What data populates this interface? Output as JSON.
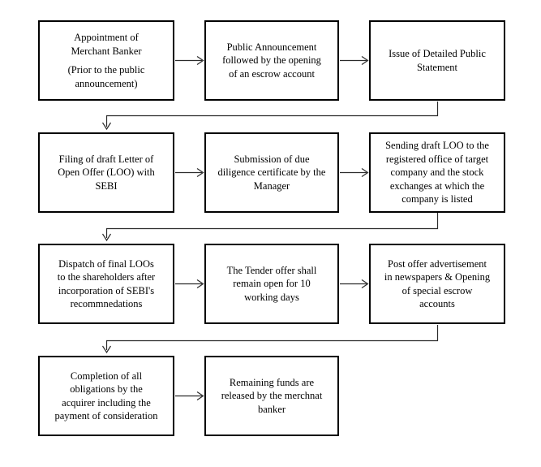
{
  "diagram": {
    "title": "Open offer process flowchart",
    "background_color": "#ffffff",
    "box_border_color": "#000000",
    "arrow_color": "#2b2b2b",
    "steps": [
      {
        "id": "appointment-merchant-banker",
        "text": "Appointment of Merchant Banker (Prior to the public announcement)",
        "lines": [
          "Appointment of",
          "Merchant Banker"
        ],
        "sublines": [
          "(Prior to the public",
          "announcement)"
        ]
      },
      {
        "id": "public-announcement",
        "text": "Public Announcement followed by the opening of an escrow account",
        "lines": [
          "Public Announcement",
          "followed by the opening",
          "of an escrow account"
        ]
      },
      {
        "id": "detailed-public-statement",
        "text": "Issue of Detailed Public Statement",
        "lines": [
          "Issue of Detailed Public",
          "Statement"
        ]
      },
      {
        "id": "filing-draft-loo",
        "text": "Filing of draft Letter of Open Offer (LOO) with SEBI",
        "lines": [
          "Filing of draft Letter of",
          "Open Offer (LOO) with",
          "SEBI"
        ]
      },
      {
        "id": "due-diligence-certificate",
        "text": "Submission of due diligence certificate by the Manager",
        "lines": [
          "Submission of due",
          "diligence certificate by the",
          "Manager"
        ]
      },
      {
        "id": "sending-draft-loo",
        "text": "Sending draft LOO to the registered office of target company and the stock exchanges at which the company is listed",
        "lines": [
          "Sending draft LOO to the",
          "registered office of target",
          "company and the stock",
          "exchanges at which the",
          "company is listed"
        ]
      },
      {
        "id": "dispatch-final-loos",
        "text": "Dispatch of final LOOs to the shareholders after incorporation of SEBI's recommnedations",
        "lines": [
          "Dispatch of final LOOs",
          "to the shareholders after",
          "incorporation of SEBI's",
          "recommnedations"
        ]
      },
      {
        "id": "tender-offer-open",
        "text": "The Tender offer shall remain open for 10 working days",
        "lines": [
          "The Tender offer shall",
          "remain open for 10",
          "working days"
        ]
      },
      {
        "id": "post-offer-advertisement",
        "text": "Post offer advertisement in newspapers & Opening of special escrow accounts",
        "lines": [
          "Post offer advertisement",
          "in newspapers & Opening",
          "of special escrow",
          "accounts"
        ]
      },
      {
        "id": "completion-of-obligations",
        "text": "Completion of all obligations by the acquirer including  the payment of consideration",
        "lines": [
          "Completion of all",
          "obligations by the",
          "acquirer including  the",
          "payment of consideration"
        ]
      },
      {
        "id": "remaining-funds-released",
        "text": "Remaining funds are released by the merchnat banker",
        "lines": [
          "Remaining funds are",
          "released by the merchnat",
          "banker"
        ]
      }
    ]
  }
}
